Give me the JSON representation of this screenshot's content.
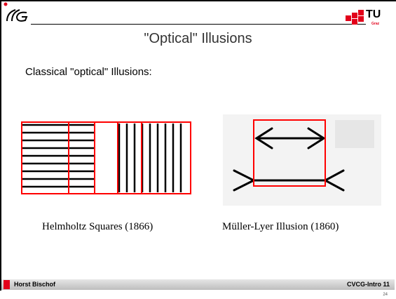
{
  "header": {
    "title": "\"Optical\" Illusions",
    "tu_logo_text": "TU",
    "tu_logo_sub": "Graz",
    "left_logo_icon": "cvcg-logo-icon"
  },
  "content": {
    "subtitle": "Classical \"optical\" Illusions:",
    "figures": [
      {
        "caption": "Helmholtz Squares (1866)",
        "icon": "helmholtz-squares-figure"
      },
      {
        "caption": "Müller-Lyer Illusion (1860)",
        "icon": "muller-lyer-figure"
      }
    ]
  },
  "footer": {
    "author": "Horst Bischof",
    "course": "CVCG-Intro 11",
    "page_number": "24"
  },
  "colors": {
    "accent_red": "#e2001a",
    "frame_red": "#ff0000",
    "footer_gray": "#c8c8c8"
  }
}
